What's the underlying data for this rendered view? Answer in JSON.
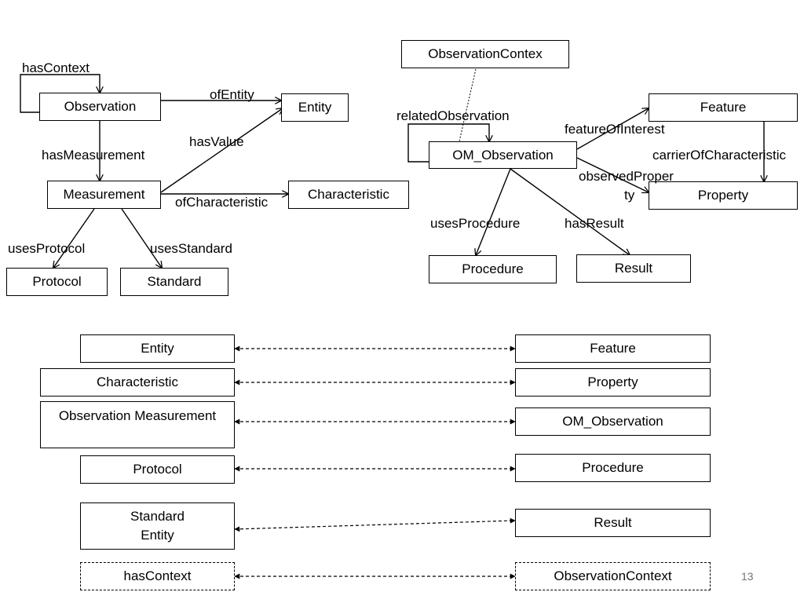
{
  "left_diagram": {
    "nodes": {
      "observation": "Observation",
      "entity": "Entity",
      "measurement": "Measurement",
      "characteristic": "Characteristic",
      "protocol": "Protocol",
      "standard": "Standard"
    },
    "edges": {
      "has_context": "hasContext",
      "of_entity": "ofEntity",
      "has_measurement": "hasMeasurement",
      "has_value": "hasValue",
      "of_characteristic": "ofCharacteristic",
      "uses_protocol": "usesProtocol",
      "uses_standard": "usesStandard"
    }
  },
  "right_diagram": {
    "nodes": {
      "observation_context": "ObservationContex",
      "om_observation": "OM_Observation",
      "feature": "Feature",
      "property": "Property",
      "procedure": "Procedure",
      "result": "Result"
    },
    "edges": {
      "related_observation": "relatedObservation",
      "feature_of_interest": "featureOfInterest",
      "carrier_of_characteristic": "carrierOfCharacteristic",
      "observed_property_line1": "observedProper",
      "observed_property_line2": "ty",
      "uses_procedure": "usesProcedure",
      "has_result": "hasResult"
    }
  },
  "mapping": [
    {
      "left": [
        "Entity"
      ],
      "right": "Feature",
      "dashed_boxes": false
    },
    {
      "left": [
        "Characteristic"
      ],
      "right": "Property",
      "dashed_boxes": false
    },
    {
      "left": [
        "Observation Measurement"
      ],
      "right": "OM_Observation",
      "dashed_boxes": false
    },
    {
      "left": [
        "Protocol"
      ],
      "right": "Procedure",
      "dashed_boxes": false
    },
    {
      "left": [
        "Standard",
        "Entity"
      ],
      "right": "Result",
      "dashed_boxes": false
    },
    {
      "left": [
        "hasContext"
      ],
      "right": "ObservationContext",
      "dashed_boxes": true
    }
  ],
  "page_number": "13"
}
